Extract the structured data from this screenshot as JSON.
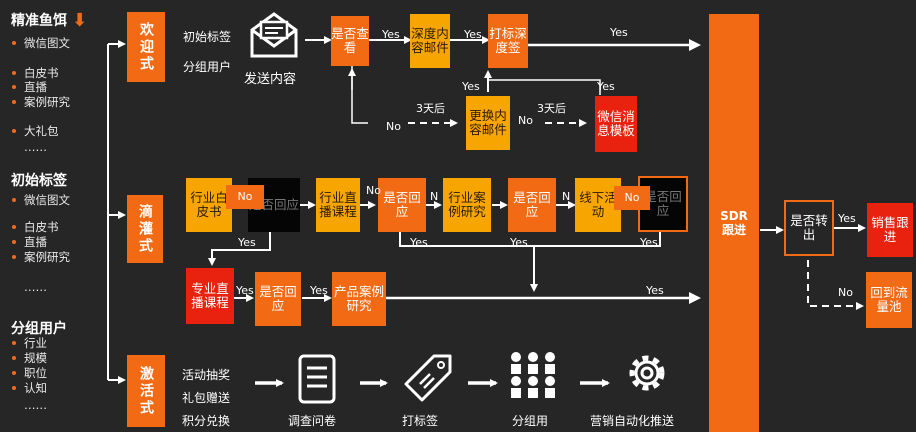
{
  "sidebar": {
    "group1": {
      "title": "精准鱼饵",
      "items": [
        "微信图文",
        "白皮书",
        "直播",
        "案例研究",
        "大礼包"
      ],
      "more": "……"
    },
    "group2": {
      "title": "初始标签",
      "items": [
        "微信图文",
        "白皮书",
        "直播",
        "案例研究"
      ],
      "more": "……"
    },
    "group3": {
      "title": "分组用户",
      "items": [
        "行业",
        "规模",
        "职位",
        "认知"
      ],
      "more": "……"
    }
  },
  "stages": {
    "welcome": "欢迎式",
    "drip": "滴灌式",
    "activate": "激活式"
  },
  "welcome": {
    "input1": "初始标签",
    "input2": "分组用户",
    "send": "发送内容",
    "opened": "是否查看",
    "deep_mail": "深度内容邮件",
    "deep_tag": "打标深度签",
    "replace_mail": "更换内容邮件",
    "wechat_tpl": "微信消息模板",
    "yes": "Yes",
    "no": "No",
    "after3": "3天后"
  },
  "drip": {
    "whitepaper": "行业白皮书",
    "reply1": "是否回应",
    "live": "行业直播课程",
    "reply2": "是否回应",
    "case": "行业案例研究",
    "reply3": "是否回应",
    "offline": "线下活动",
    "reply4": "是否回应",
    "pro_live": "专业直播课程",
    "reply5": "是否回应",
    "product_case": "产品案例研究",
    "no": "No",
    "n": "N",
    "yes": "Yes"
  },
  "activate": {
    "text1": "活动抽奖",
    "text2": "礼包赠送",
    "text3": "积分兑换",
    "survey": "调查问卷",
    "tag": "打标签",
    "group": "分组用",
    "auto": "营销自动化推送"
  },
  "sdr": {
    "title": "SDR跟进",
    "convert": "是否转出",
    "sales": "销售跟进",
    "pool": "回到流量池",
    "yes": "Yes",
    "no": "No"
  },
  "colors": {
    "orange": "#f36a15",
    "yellow": "#f7a500",
    "red": "#e8220f",
    "bg": "#262626"
  }
}
